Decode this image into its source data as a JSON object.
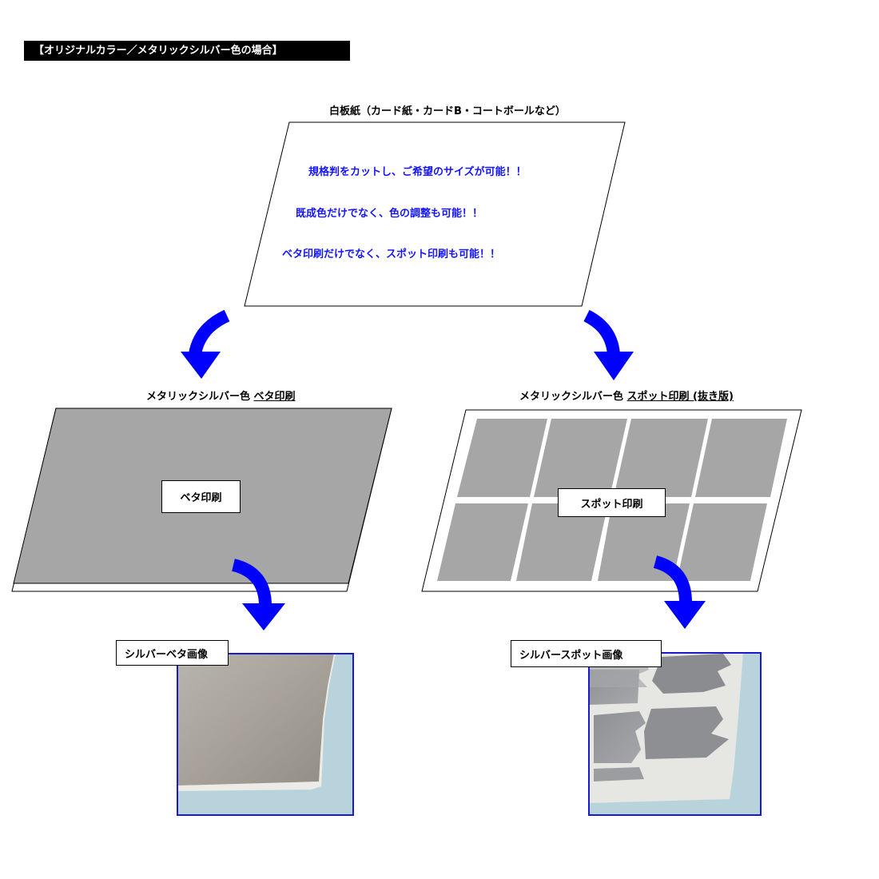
{
  "header": {
    "title": "【オリジナルカラー／メタリックシルバー色の場合】"
  },
  "source_sheet": {
    "caption": "白板紙（カード紙・カードB・コートボールなど）",
    "features": [
      "規格判をカットし、ご希望のサイズが可能！！",
      "既成色だけでなく、色の調整も可能！！",
      "ベタ印刷だけでなく、スポット印刷も可能！！"
    ]
  },
  "left_panel": {
    "caption_prefix": "メタリックシルバー色 ",
    "caption_emphasis": "ベタ印刷",
    "label": "ベタ印刷",
    "photo_label": "シルバーベタ画像"
  },
  "right_panel": {
    "caption_prefix": "メタリックシルバー色 ",
    "caption_emphasis": "スポット印刷 (抜き版)",
    "label": "スポット印刷",
    "photo_label": "シルバースポット画像"
  },
  "colors": {
    "arrow": "#0000ff",
    "feature_text": "#1515ff",
    "print_gray": "#a6a6a6",
    "photo_border": "#1a1acc",
    "photo_background": "#b9d3dc"
  }
}
